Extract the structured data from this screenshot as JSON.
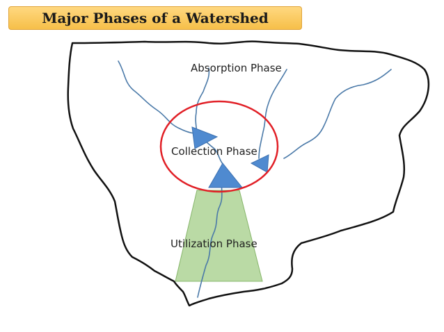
{
  "title": "Major Phases of a Watershed",
  "labels": {
    "absorption": "Absorption Phase",
    "collection": "Collection Phase",
    "utilization": "Utilization Phase"
  },
  "colors": {
    "title_bg": "#f8c75a",
    "boundary": "#111111",
    "stream": "#4a79a8",
    "arrow": "#4f8ad0",
    "collection_ring": "#e11f26",
    "utilization_fill": "#a9d18e"
  }
}
